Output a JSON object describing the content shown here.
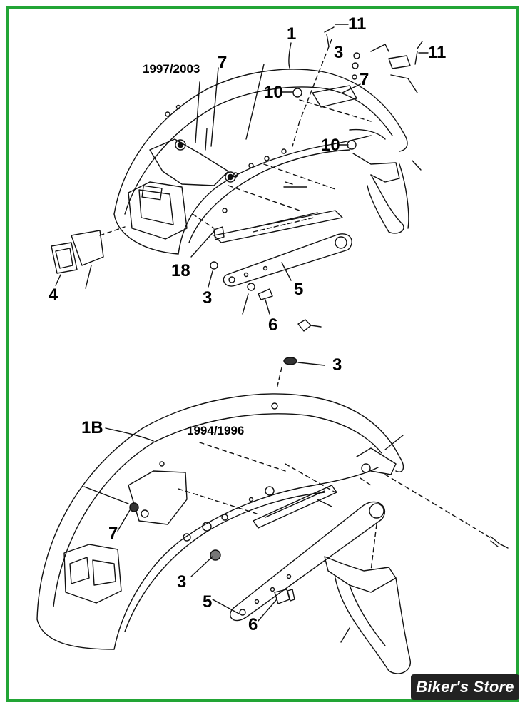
{
  "diagram": {
    "frame_color": "#22a535",
    "top_assembly": {
      "year_label": "1997/2003",
      "callouts": [
        "1",
        "11",
        "3",
        "11",
        "7",
        "7",
        "10",
        "10",
        "18",
        "4",
        "3",
        "5",
        "6"
      ]
    },
    "bottom_assembly": {
      "year_label": "1994/1996",
      "callouts": [
        "3",
        "1B",
        "7",
        "3",
        "5",
        "6"
      ]
    },
    "watermark": "Biker's Store"
  }
}
